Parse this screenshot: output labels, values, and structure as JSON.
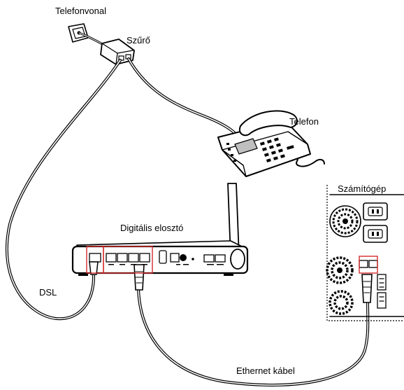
{
  "labels": {
    "phone_line": "Telefonvonal",
    "filter": "Szűrő",
    "telephone": "Telefon",
    "computer": "Számítógép",
    "router": "Digitális elosztó",
    "dsl": "DSL",
    "ethernet": "Ethernet kábel"
  },
  "colors": {
    "line": "#000000",
    "highlight": "#d42a2a",
    "screen": "#bfbfbf",
    "device_fill": "#ffffff"
  }
}
